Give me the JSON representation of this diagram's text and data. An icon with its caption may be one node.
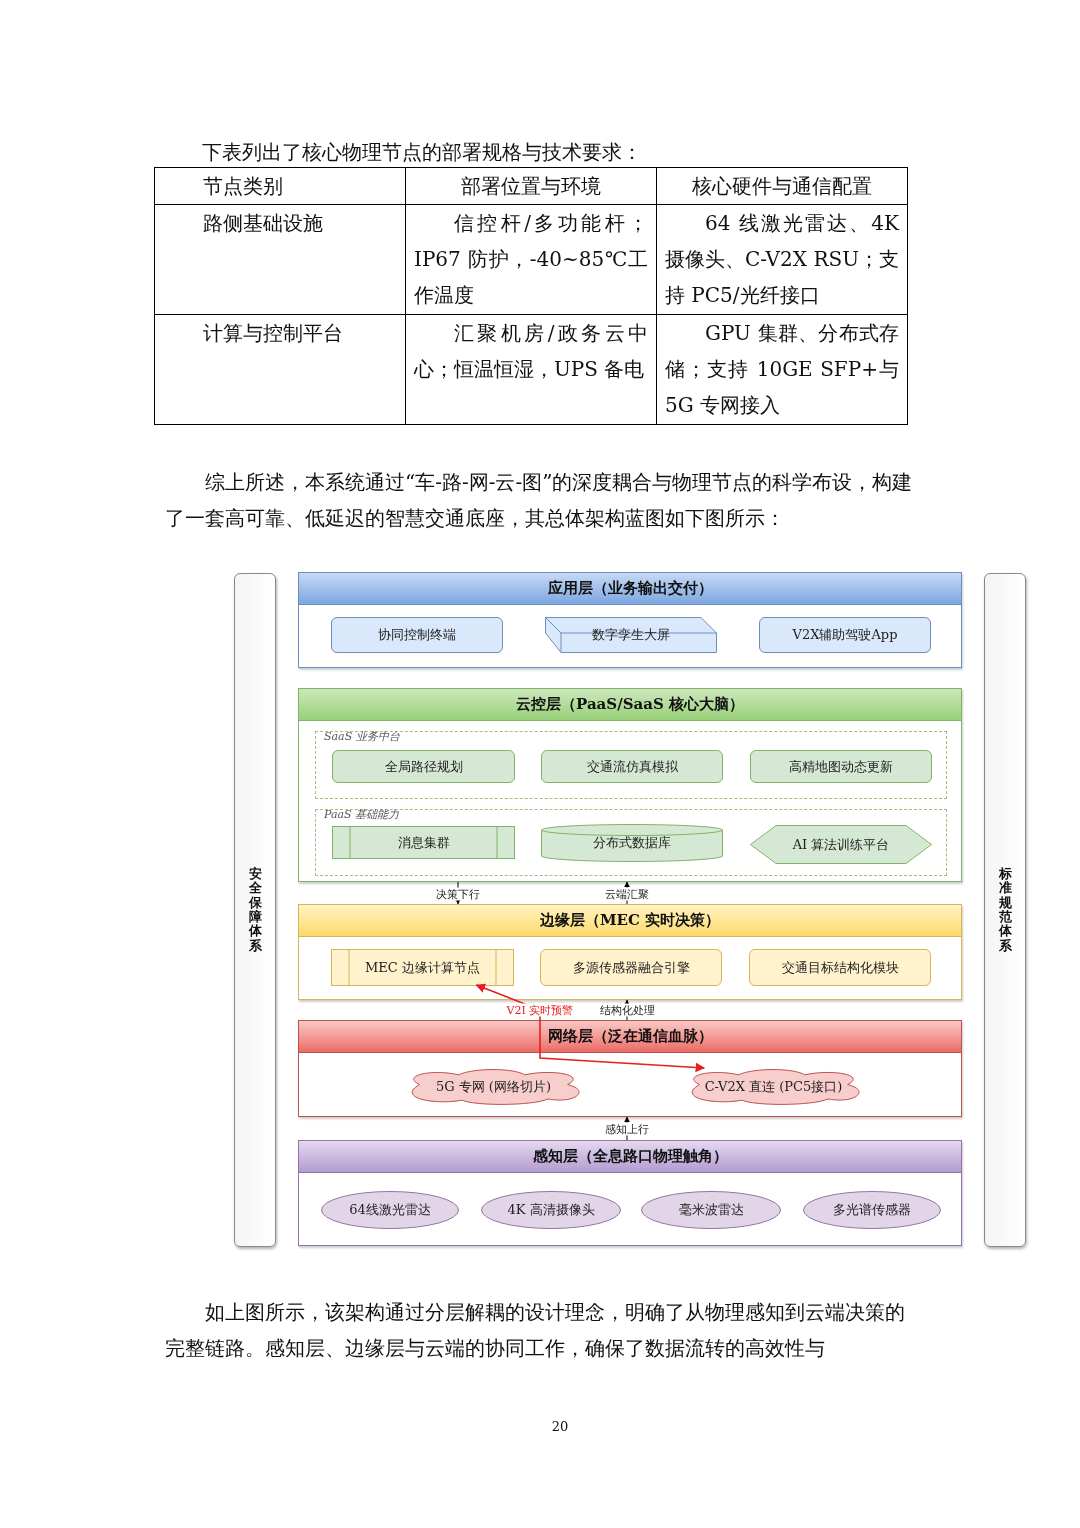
{
  "diagram": {
    "nodes": [
      {
        "text": [
          "应用层（业务输出交付）"
        ]
      },
      {
        "text": [
          "协同控制终端"
        ],
        "in": 0
      },
      {
        "text": [
          "数字孪生大屏"
        ],
        "in": 0
      },
      {
        "text": [
          "V2X辅助驾驶App"
        ],
        "in": 0
      },
      {
        "text": [
          "云控层（PaaS/SaaS 核心大脑）"
        ]
      },
      {
        "text": [
          "SaaS 业务中台"
        ],
        "in": 4
      },
      {
        "text": [
          "全局路径规划"
        ],
        "in": 5
      },
      {
        "text": [
          "交通流仿真模拟"
        ],
        "in": 5
      },
      {
        "text": [
          "高精地图动态更新"
        ],
        "in": 5
      },
      {
        "text": [
          "PaaS 基础能力"
        ],
        "in": 4
      },
      {
        "text": [
          "消息集群"
        ],
        "in": 9
      },
      {
        "text": [
          "分布式数据库"
        ],
        "in": 9
      },
      {
        "text": [
          "AI 算法训练平台"
        ],
        "in": 9
      },
      {
        "text": [
          "边缘层（MEC 实时决策）"
        ]
      },
      {
        "text": [
          "MEC 边缘计算节点"
        ],
        "in": 13
      },
      {
        "text": [
          "多源传感器融合引擎"
        ],
        "in": 13
      },
      {
        "text": [
          "交通目标结构化模块"
        ],
        "in": 13
      },
      {
        "text": [
          "网络层（泛在通信血脉）"
        ]
      },
      {
        "text": [
          "5G 专网 (网络切片)"
        ],
        "in": 17
      },
      {
        "text": [
          "C-V2X 直连 (PC5接口)"
        ],
        "in": 17
      },
      {
        "text": [
          "感知层（全息路口物理触角）"
        ]
      },
      {
        "text": [
          "64线激光雷达"
        ],
        "in": 20
      },
      {
        "text": [
          "4K 高清摄像头"
        ],
        "in": 20
      },
      {
        "text": [
          "毫米波雷达"
        ],
        "in": 20
      },
      {
        "text": [
          "多光谱传感器"
        ],
        "in": 20
      },
      {
        "text": [
          "安全保障体系"
        ]
      },
      {
        "text": [
          "标准规范体系"
        ]
      }
    ],
    "edges": [
      {
        "from": 4,
        "to": 13,
        "arrow": "to",
        "label": "决策下行"
      },
      {
        "from": 13,
        "to": 4,
        "arrow": "to",
        "label": "云端汇聚"
      },
      {
        "from": 17,
        "to": 13,
        "arrow": "to",
        "label": "结构化处理"
      },
      {
        "from": 20,
        "to": 17,
        "arrow": "to",
        "label": "感知上行"
      },
      {
        "from": 19,
        "to": 14,
        "arrow": "both",
        "label": "V2I 实时预警",
        "color": "#e52020"
      }
    ],
    "labels": [
      "下表列出了核心物理节点的部署规格与技术要求：",
      "节点类别",
      "部署位置与环境",
      "核心硬件与通信配置",
      "路侧基础设施",
      "信控杆/多功能杆；IP67 防护，-40~85℃工作温度",
      "64 线激光雷达、4K 摄像头、C-V2X RSU；支持 PC5/光纤接口",
      "计算与控制平台",
      "汇聚机房/政务云中心；恒温恒湿，UPS 备电",
      "GPU 集群、分布式存储；支持 10GE SFP+与 5G 专网接入",
      "综上所述，本系统通过“车-路-网-云-图”的深度耦合与物理节点的科学布设，构建了一套高可靠、低延迟的智慧交通底座，其总体架构蓝图如下图所示：",
      "如上图所示，该架构通过分层解耦的设计理念，明确了从物理感知到云端决策的完整链路。感知层、边缘层与云端的协同工作，确保了数据流转的高效性与",
      "20"
    ]
  }
}
